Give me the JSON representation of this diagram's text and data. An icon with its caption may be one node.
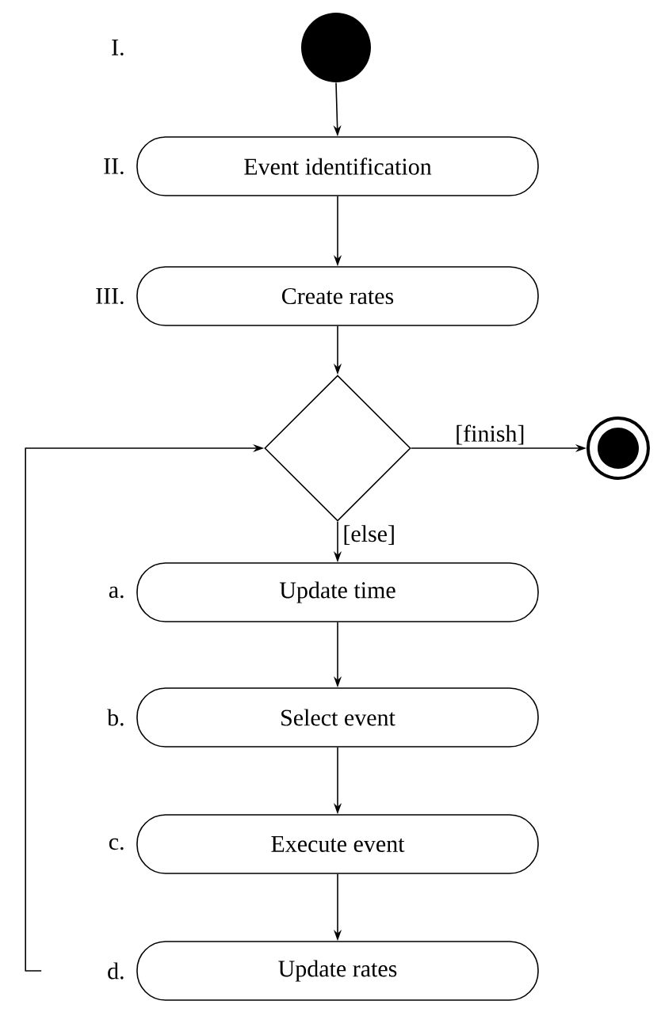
{
  "diagram": {
    "nodes": [
      {
        "text": [],
        "shape": "circle"
      },
      {
        "text": [
          "Event identification"
        ],
        "beside": [
          "II."
        ]
      },
      {
        "text": [
          "Create rates"
        ],
        "beside": [
          "III."
        ]
      },
      {
        "text": [],
        "shape": "diamond"
      },
      {
        "text": [],
        "shape": "circle"
      },
      {
        "text": [
          "Update time"
        ],
        "beside": [
          "a."
        ]
      },
      {
        "text": [
          "Select event"
        ],
        "beside": [
          "b."
        ]
      },
      {
        "text": [
          "Execute event"
        ],
        "beside": [
          "c."
        ]
      },
      {
        "text": [
          "Update rates"
        ],
        "beside": [
          "d."
        ]
      }
    ],
    "edges": [
      {
        "from": 0,
        "to": 1,
        "arrow": "to"
      },
      {
        "from": 1,
        "to": 2,
        "arrow": "to"
      },
      {
        "from": 2,
        "to": 3,
        "arrow": "to"
      },
      {
        "from": 3,
        "to": 4,
        "arrow": "to",
        "label": "[finish]"
      },
      {
        "from": 3,
        "to": 5,
        "arrow": "to",
        "label": "[else]"
      },
      {
        "from": 5,
        "to": 6,
        "arrow": "to"
      },
      {
        "from": 6,
        "to": 7,
        "arrow": "to"
      },
      {
        "from": 7,
        "to": 8,
        "arrow": "to"
      },
      {
        "from": 8,
        "to": 3,
        "arrow": "to"
      }
    ],
    "labels": [
      "I."
    ]
  }
}
